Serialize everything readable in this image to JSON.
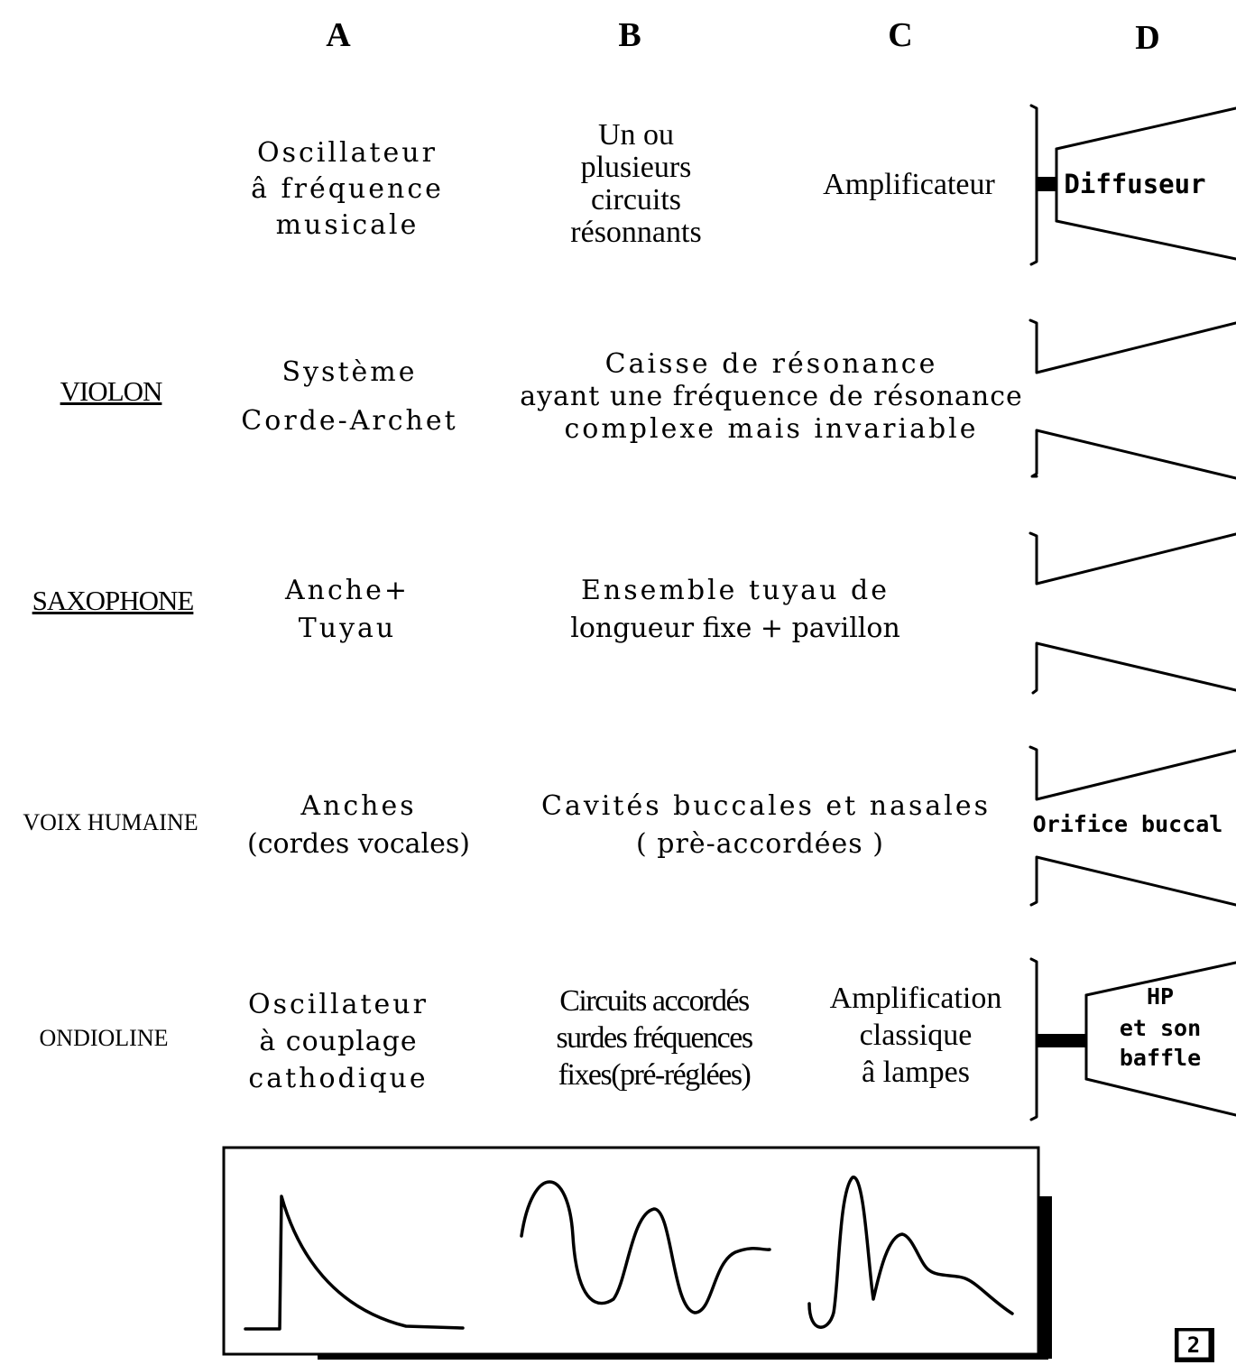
{
  "columns": [
    "A",
    "B",
    "C",
    "D"
  ],
  "instruments": {
    "violon": "VIOLON",
    "saxophone": "SAXOPHONE",
    "voix_humaine": "VOIX HUMAINE",
    "ondioline": "ONDIOLINE"
  },
  "row_generic": {
    "a": [
      "Oscillateur",
      "â fréquence",
      "musicale"
    ],
    "b": [
      "Un ou",
      "plusieurs",
      "circuits",
      "résonnants"
    ],
    "c": "Amplificateur",
    "d": "Diffuseur"
  },
  "row_violon": {
    "a": [
      "Système",
      "Corde-Archet"
    ],
    "bc": [
      "Caisse de résonance",
      "ayant une fréquence de résonance",
      "complexe mais invariable"
    ]
  },
  "row_saxophone": {
    "a": [
      "Anche+",
      "Tuyau"
    ],
    "bc": [
      "Ensemble tuyau de",
      "longueur fixe + pavillon"
    ]
  },
  "row_voix": {
    "a": [
      "Anches",
      "(cordes vocales)"
    ],
    "bc": [
      "Cavités buccales et nasales",
      "( prè-accordées )"
    ],
    "d": "Orifice buccal"
  },
  "row_ondioline": {
    "a": [
      "Oscillateur",
      "à couplage",
      "cathodique"
    ],
    "b": [
      "Circuits accordés",
      "surdes fréquences",
      "fixes(pré-réglées)"
    ],
    "c": [
      "Amplification",
      "classique",
      "â lampes"
    ],
    "d": [
      "HP",
      "et son",
      "baffle"
    ]
  },
  "page_number": "2"
}
